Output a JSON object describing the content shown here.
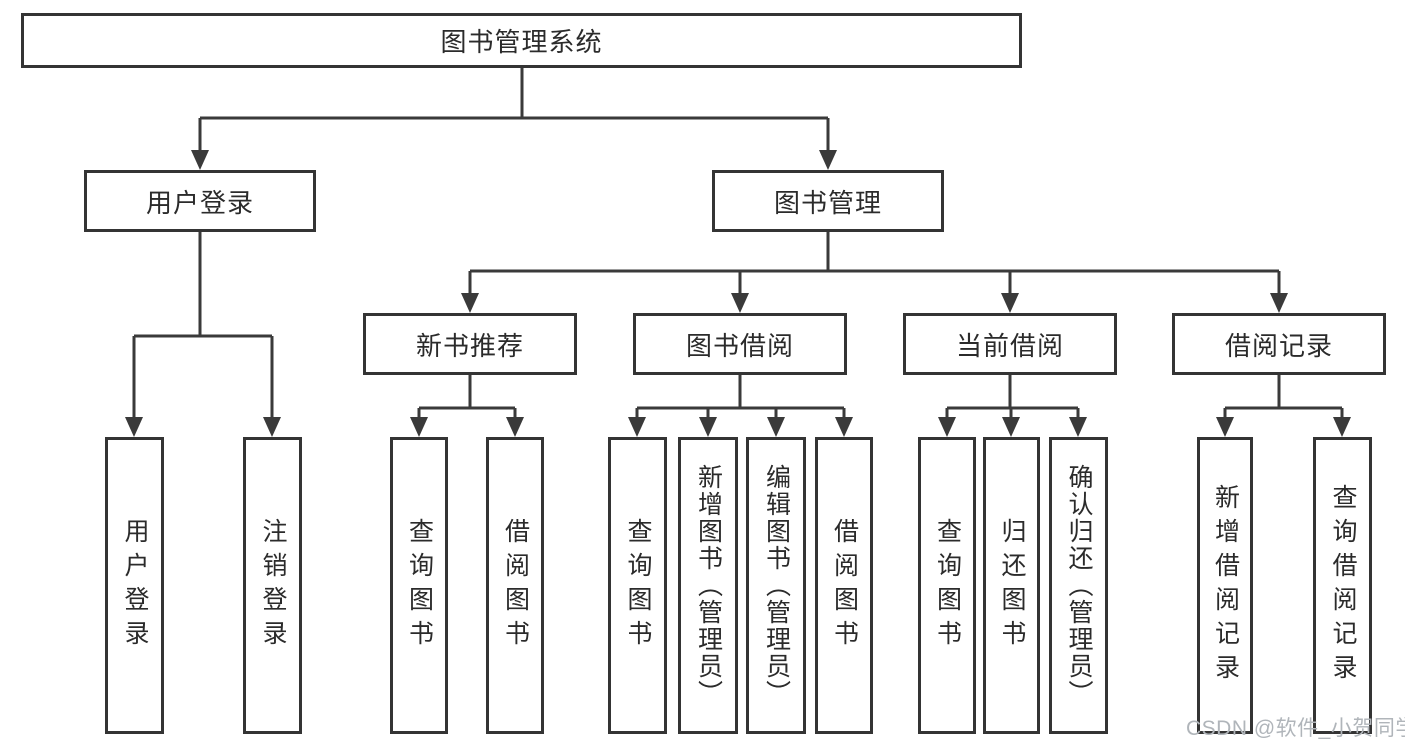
{
  "title": "图书管理系统",
  "branches": {
    "user_login": {
      "label": "用户登录",
      "children": [
        "用户登录",
        "注销登录"
      ]
    },
    "book_management": {
      "label": "图书管理",
      "groups": {
        "new_book": {
          "label": "新书推荐",
          "children": [
            "查询图书",
            "借阅图书"
          ]
        },
        "book_borrow": {
          "label": "图书借阅",
          "children": [
            "查询图书",
            "新增图书（管理员）",
            "编辑图书（管理员）",
            "借阅图书"
          ]
        },
        "current_borrow": {
          "label": "当前借阅",
          "children": [
            "查询图书",
            "归还图书",
            "确认归还（管理员）"
          ]
        },
        "borrow_record": {
          "label": "借阅记录",
          "children": [
            "新增借阅记录",
            "查询借阅记录"
          ]
        }
      }
    }
  },
  "watermark": "CSDN @软件_小贺同学",
  "colors": {
    "line": "#3a3a3a",
    "box_border": "#343434",
    "box_fill": "#ffffff",
    "text": "#2b2b2b",
    "watermark": "#b0b5ba"
  }
}
